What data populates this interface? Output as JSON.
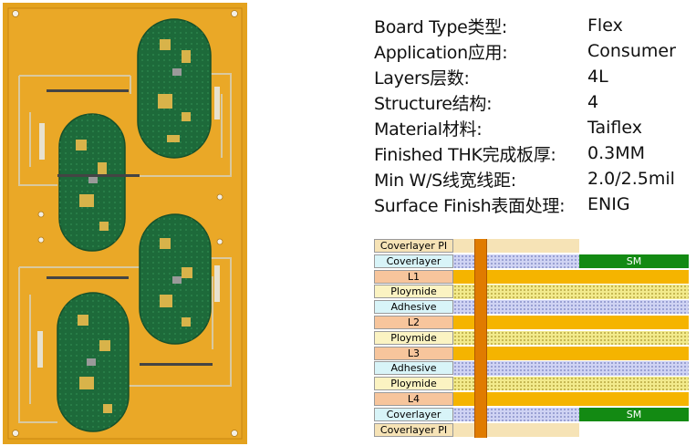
{
  "specs": [
    {
      "label": "Board Type类型:",
      "value": "Flex"
    },
    {
      "label": "Application应用:",
      "value": "Consumer"
    },
    {
      "label": "Layers层数:",
      "value": "4L"
    },
    {
      "label": "Structure结构:",
      "value": "4"
    },
    {
      "label": "Material材料:",
      "value": "Taiflex"
    },
    {
      "label": "Finished THK完成板厚:",
      "value": "0.3MM"
    },
    {
      "label": "Min W/S线宽线距:",
      "value": "2.0/2.5mil"
    },
    {
      "label": "Surface Finish表面处理:",
      "value": "ENIG"
    }
  ],
  "stackup": {
    "layers": [
      {
        "label": "Coverlayer PI",
        "kind": "coverpi"
      },
      {
        "label": "Coverlayer",
        "kind": "adh",
        "sm": true
      },
      {
        "label": "L1",
        "kind": "cu"
      },
      {
        "label": "Ploymide",
        "kind": "pi"
      },
      {
        "label": "Adhesive",
        "kind": "adh"
      },
      {
        "label": "L2",
        "kind": "cu"
      },
      {
        "label": "Ploymide",
        "kind": "pi"
      },
      {
        "label": "L3",
        "kind": "cu"
      },
      {
        "label": "Adhesive",
        "kind": "adh"
      },
      {
        "label": "Ploymide",
        "kind": "pi"
      },
      {
        "label": "L4",
        "kind": "cu"
      },
      {
        "label": "Coverlayer",
        "kind": "adh",
        "sm": true
      },
      {
        "label": "Coverlayer PI",
        "kind": "coverpi"
      }
    ],
    "sm_label": "SM"
  },
  "colors": {
    "flex_board": "#e9a21c",
    "green_mask": "#1f6b3c",
    "copper": "#f5b400",
    "polyimide": "#f2ea8c",
    "adhesive": "#cfd3f3",
    "label_cu": "#f7c59c",
    "label_pi": "#fbf3c2",
    "label_adh": "#d8f4f8",
    "coverlayer_pi": "#f6e3b6",
    "sm": "#138a13",
    "via": "#e07b00"
  }
}
